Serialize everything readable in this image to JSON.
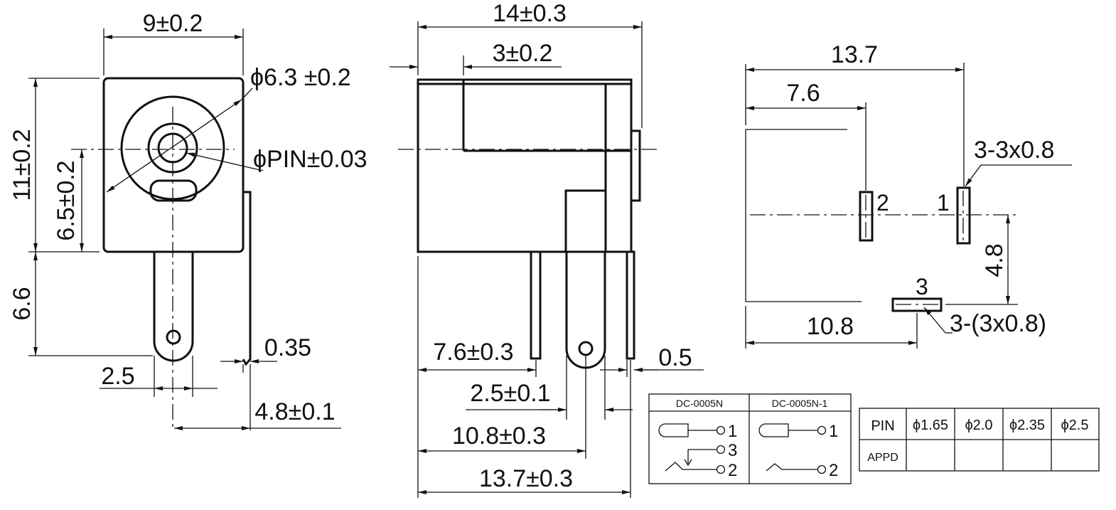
{
  "front_view": {
    "width": "9±0.2",
    "height": "11±0.2",
    "center_height": "6.5±0.2",
    "bore_diameter": "ϕ6.3 ±0.2",
    "pin_diameter": "ϕPIN±0.03",
    "pin_length": "6.6",
    "pin_offset": "2.5",
    "tab_thickness": "0.35",
    "tab_offset": "4.8±0.1"
  },
  "side_view": {
    "length": "14±0.3",
    "step": "3±0.2",
    "pin_a": "7.6±0.3",
    "pin_b": "2.5±0.1",
    "pin_c": "10.8±0.3",
    "pin_d": "13.7±0.3",
    "pin_thickness": "0.5"
  },
  "pcb_layout": {
    "total": "13.7",
    "pin2_pos": "7.6",
    "pin3_pos": "10.8",
    "pin_offset": "4.8",
    "slot_12": "3-3x0.8",
    "slot_3": "3-(3x0.8)",
    "pin1_label": "1",
    "pin2_label": "2",
    "pin3_label": "3"
  },
  "schematic": {
    "model_a": "DC-0005N",
    "model_b": "DC-0005N-1",
    "a_pins": [
      "1",
      "3",
      "2"
    ],
    "b_pins": [
      "1",
      "2"
    ]
  },
  "pin_table": {
    "row1_header": "PIN",
    "row2_header": "APPD",
    "columns": [
      "ϕ1.65",
      "ϕ2.0",
      "ϕ2.35",
      "ϕ2.5"
    ]
  }
}
